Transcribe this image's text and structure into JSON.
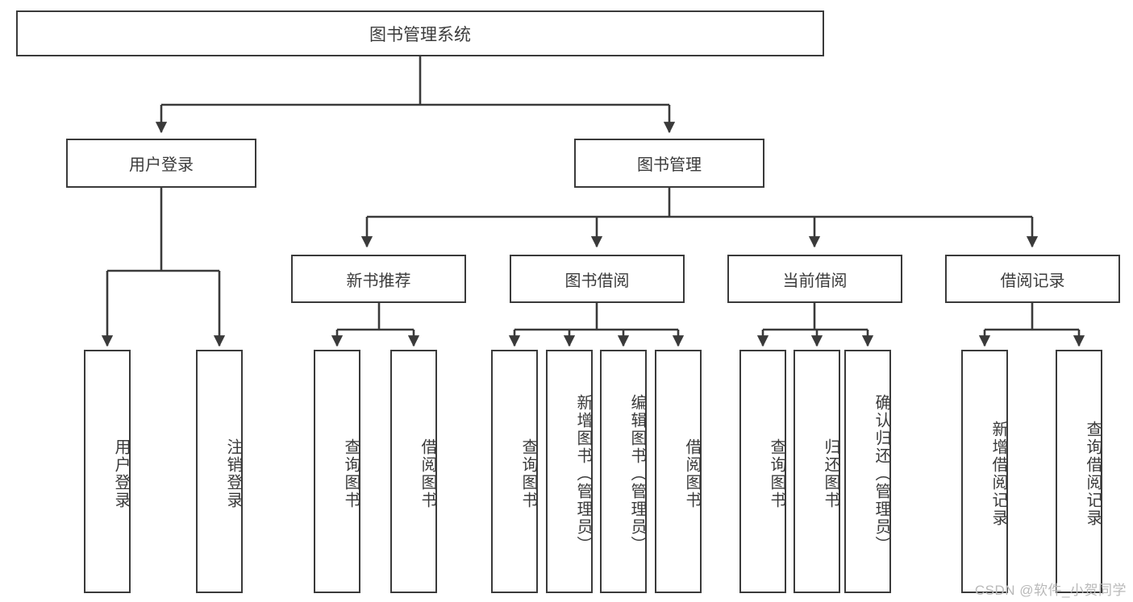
{
  "diagram": {
    "title": "图书管理系统",
    "type": "tree-hierarchy-chart",
    "watermark": "CSDN @软件_小贺同学",
    "line_color": "#3a3a3a",
    "text_color": "#3b3b3b",
    "background": "#ffffff"
  },
  "nodes": {
    "root": {
      "label": "图书管理系统"
    },
    "level1": [
      {
        "id": "user-login",
        "label": "用户登录"
      },
      {
        "id": "book-manage",
        "label": "图书管理"
      }
    ],
    "level2": [
      {
        "id": "new-book-recommend",
        "label": "新书推荐"
      },
      {
        "id": "book-borrow",
        "label": "图书借阅"
      },
      {
        "id": "current-borrow",
        "label": "当前借阅"
      },
      {
        "id": "borrow-record",
        "label": "借阅记录"
      }
    ],
    "leaves": {
      "user_login": [
        {
          "id": "leaf-user-login",
          "label": "用户登录"
        },
        {
          "id": "leaf-user-logout",
          "label": "注销登录"
        }
      ],
      "new_book_recommend": [
        {
          "id": "leaf-query-book-1",
          "label": "查询图书"
        },
        {
          "id": "leaf-borrow-book-1",
          "label": "借阅图书"
        }
      ],
      "book_borrow": [
        {
          "id": "leaf-query-book-2",
          "label": "查询图书"
        },
        {
          "id": "leaf-add-book",
          "label": "新增图书（管理员）"
        },
        {
          "id": "leaf-edit-book",
          "label": "编辑图书（管理员）"
        },
        {
          "id": "leaf-borrow-book-2",
          "label": "借阅图书"
        }
      ],
      "current_borrow": [
        {
          "id": "leaf-query-book-3",
          "label": "查询图书"
        },
        {
          "id": "leaf-return-book",
          "label": "归还图书"
        },
        {
          "id": "leaf-confirm-return",
          "label": "确认归还（管理员）"
        }
      ],
      "borrow_record": [
        {
          "id": "leaf-add-record",
          "label": "新增借阅记录"
        },
        {
          "id": "leaf-query-record",
          "label": "查询借阅记录"
        }
      ]
    }
  }
}
